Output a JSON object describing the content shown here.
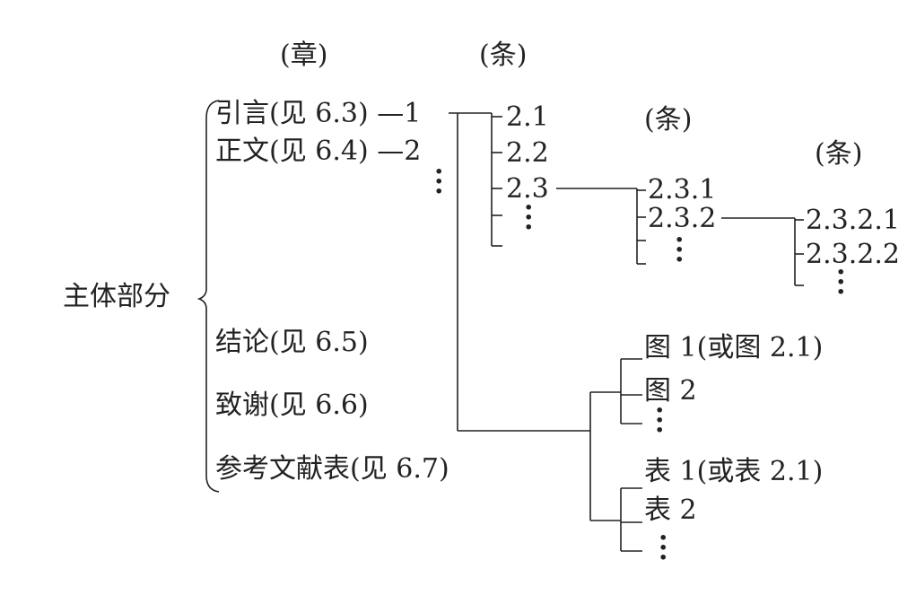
{
  "headers": {
    "chapter": "(章)",
    "clause1": "(条)",
    "clause2": "(条)",
    "clause3": "(条)"
  },
  "root": "主体部分",
  "main_items": {
    "intro": "引言(见 6.3) —1",
    "body": "正文(见 6.4) —2",
    "conclusion": "结论(见 6.5)",
    "thanks": "致谢(见 6.6)",
    "references": "参考文献表(见 6.7)"
  },
  "clauses_l1": [
    "2.1",
    "2.2",
    "2.3"
  ],
  "clauses_l2": [
    "2.3.1",
    "2.3.2"
  ],
  "clauses_l3": [
    "2.3.2.1",
    "2.3.2.2"
  ],
  "figures": [
    "图 1(或图 2.1)",
    "图 2"
  ],
  "tables": [
    "表 1(或表 2.1)",
    "表 2"
  ],
  "colors": {
    "ink": "#222222",
    "background": "#ffffff"
  }
}
